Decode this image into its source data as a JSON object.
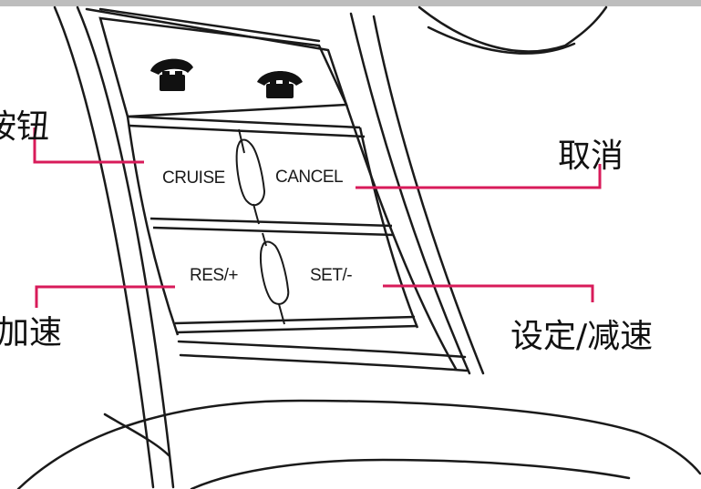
{
  "callouts": {
    "cruise_button": "按钮",
    "cancel": "取消",
    "resume_accel": "加速",
    "set_decel": "设定/减速"
  },
  "buttons": {
    "cruise": "CRUISE",
    "cancel": "CANCEL",
    "res": "RES/+",
    "set": "SET/-"
  },
  "colors": {
    "leader_line": "#d81b5a",
    "outline": "#1a1a1a"
  },
  "icons": [
    "phone-pickup-icon",
    "phone-hangup-icon"
  ]
}
